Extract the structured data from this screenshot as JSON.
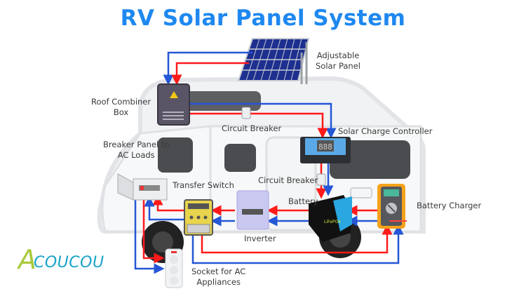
{
  "title": "RV Solar Panel System",
  "labels": {
    "solar_panel": [
      "Adjustable",
      "Solar Panel"
    ],
    "combiner_box": [
      "Roof Combiner",
      "Box"
    ],
    "circuit_breaker_top": "Circuit Breaker",
    "charge_controller": "Solar Charge Controller",
    "breaker_panel": [
      "Breaker Panel to",
      "AC Loads"
    ],
    "circuit_breaker_mid": "Circuit Breaker",
    "transfer_switch": "Transfer Switch",
    "battery": "Battery",
    "battery_charger": "Battery Charger",
    "inverter": "Inverter",
    "socket": [
      "Socket for AC",
      "Appliances"
    ]
  },
  "battery_text": "LiFePO4",
  "logo": {
    "initial": "A",
    "rest": "COUCOU"
  },
  "colors": {
    "title": "#1e88f0",
    "positive_wire": "#ff1a1a",
    "negative_wire": "#2456d6",
    "panel_blue": "#1d2f8f",
    "controller_blue": "#5aa9e6",
    "charger_orange": "#f5a21b",
    "logo_green": "#a8c93a",
    "logo_blue": "#1aa3c8"
  }
}
